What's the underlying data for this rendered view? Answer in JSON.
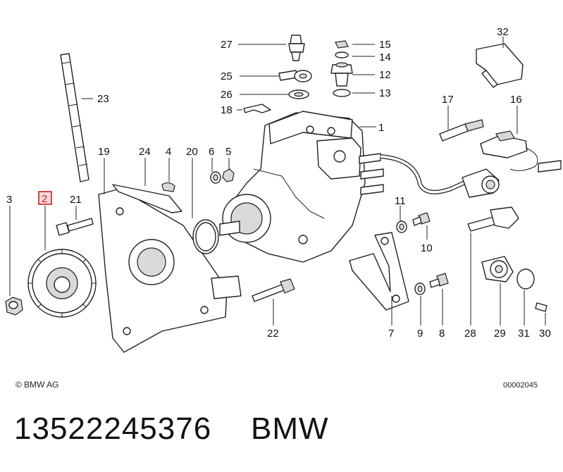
{
  "diagram": {
    "callouts": [
      "1",
      "2",
      "3",
      "4",
      "5",
      "6",
      "7",
      "8",
      "9",
      "10",
      "11",
      "12",
      "13",
      "14",
      "15",
      "16",
      "17",
      "18",
      "19",
      "20",
      "21",
      "22",
      "23",
      "24",
      "25",
      "26",
      "27",
      "28",
      "29",
      "30",
      "31",
      "32"
    ],
    "highlighted_callout": "2",
    "copyright": "© BMW AG",
    "reference_code": "00002045"
  },
  "caption": {
    "part_number": "13522245376",
    "brand": "BMW"
  },
  "colors": {
    "highlight_border": "#cc1f1f",
    "highlight_fill": "#f7dada",
    "line": "#222222"
  }
}
